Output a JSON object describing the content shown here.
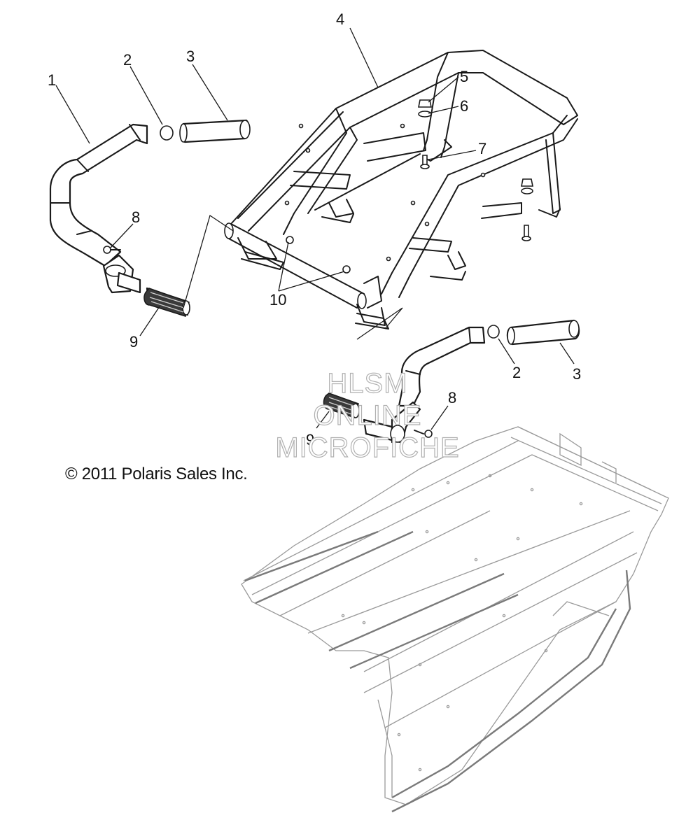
{
  "callouts": {
    "c1": "1",
    "c2a": "2",
    "c3a": "3",
    "c4": "4",
    "c5": "5",
    "c6": "6",
    "c7": "7",
    "c8a": "8",
    "c9a": "9",
    "c10": "10",
    "c2b": "2",
    "c3b": "3",
    "c8b": "8",
    "c9b": "9"
  },
  "copyright": "© 2011 Polaris Sales Inc.",
  "watermark": {
    "line1": "HLSM",
    "line2": "ONLINE",
    "line3": "MICROFICHE"
  },
  "colors": {
    "line": "#1a1a1a",
    "ghost": "#9a9a9a",
    "background": "#ffffff"
  }
}
